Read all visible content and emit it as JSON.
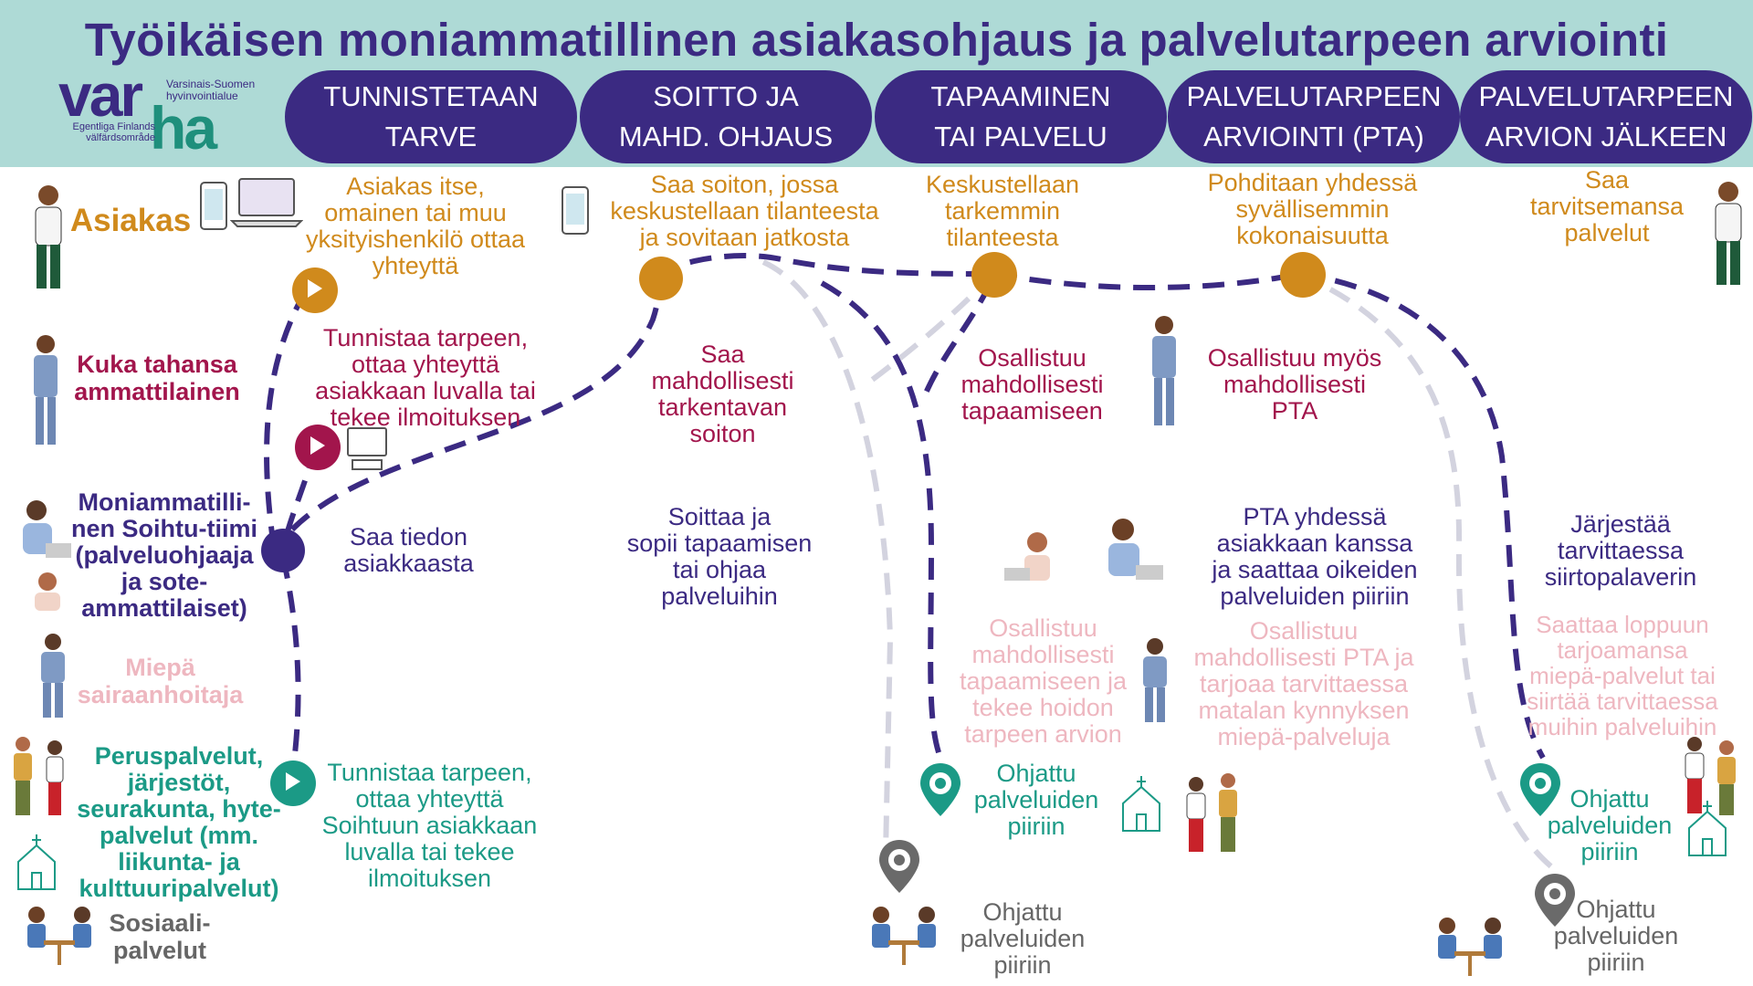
{
  "title": "Työikäisen moniammatillinen asiakasohjaus ja palvelutarpeen arviointi",
  "logo": {
    "main_a": "var",
    "main_b": "ha",
    "sub1": "Varsinais-Suomen hyvinvointialue",
    "sub2": "Egentliga Finlands välfärdsområde"
  },
  "phases": [
    "TUNNISTETAAN\nTARVE",
    "SOITTO JA\nMAHD. OHJAUS",
    "TAPAAMINEN\nTAI PALVELU",
    "PALVELUTARPEEN\nARVIOINTI (PTA)",
    "PALVELUTARPEEN\nARVION JÄLKEEN"
  ],
  "roles": {
    "asiakas": "Asiakas",
    "ammattilainen": "Kuka tahansa\nammattilainen",
    "soihtu": "Moniammatilli-\nnen Soihtu-tiimi\n(palveluohjaaja\nja sote-\nammattilaiset)",
    "miepa": "Miepä\nsairaanhoitaja",
    "peruspalvelut": "Peruspalvelut,\njärjestöt,\nseurakunta, hyte-\npalvelut (mm.\nliikunta- ja\nkulttuuripalvelut)",
    "sosiaali": "Sosiaali-\npalvelut"
  },
  "texts": {
    "asiakas_itse": "Asiakas itse,\nomainen tai muu\nyksityishenkilö ottaa\nyhteyttä",
    "saa_soiton": "Saa soiton, jossa\nkeskustellaan tilanteesta\nja sovitaan jatkosta",
    "keskustellaan": "Keskustellaan\ntarkemmin\ntilanteesta",
    "pohditaan": "Pohditaan yhdessä\nsyvällisemmin\nkokonaisuutta",
    "saa_palvelut": "Saa\ntarvitsemansa\npalvelut",
    "tunnistaa_amm": "Tunnistaa tarpeen,\nottaa yhteyttä\nasiakkaan luvalla tai\ntekee ilmoituksen",
    "saa_tarkentavan": "Saa\nmahdollisesti\ntarkentavan\nsoiton",
    "osallistuu_tap": "Osallistuu\nmahdollisesti\ntapaamiseen",
    "osallistuu_pta": "Osallistuu myös\nmahdollisesti\nPTA",
    "saa_tiedon": "Saa tiedon\nasiakkaasta",
    "soittaa": "Soittaa ja\nsopii tapaamisen\ntai ohjaa\npalveluihin",
    "pta_yhdessa": "PTA yhdessä\nasiakkaan kanssa\nja saattaa oikeiden\npalveluiden piiriin",
    "jarjestaa": "Järjestää\ntarvittaessa\nsiirtopalaverin",
    "miepa_tap": "Osallistuu\nmahdollisesti\ntapaamiseen ja\ntekee hoidon\ntarpeen arvion",
    "miepa_pta": "Osallistuu\nmahdollisesti PTA ja\ntarjoaa tarvittaessa\nmatalan kynnyksen\nmiepä-palveluja",
    "miepa_after": "Saattaa loppuun\ntarjoamansa\nmiepä-palvelut tai\nsiirtää tarvittaessa\nmuihin palveluihin",
    "tunnistaa_perus": "Tunnistaa tarpeen,\nottaa yhteyttä\nSoihtuun asiakkaan\nluvalla tai tekee\nilmoituksen",
    "ohjattu": "Ohjattu\npalveluiden\npiiriin"
  },
  "colors": {
    "navy": "#3b2a82",
    "orange": "#d08a1c",
    "magenta": "#a2154c",
    "teal": "#1b9a86",
    "pink": "#eeb7c0",
    "grey": "#666666",
    "light_path": "#d3d3df",
    "header_bg": "#aedad6"
  },
  "icons": [
    "play-icon",
    "phone-icon",
    "laptop-icon",
    "computer-icon",
    "location-pin-icon",
    "church-icon",
    "person-icon"
  ]
}
